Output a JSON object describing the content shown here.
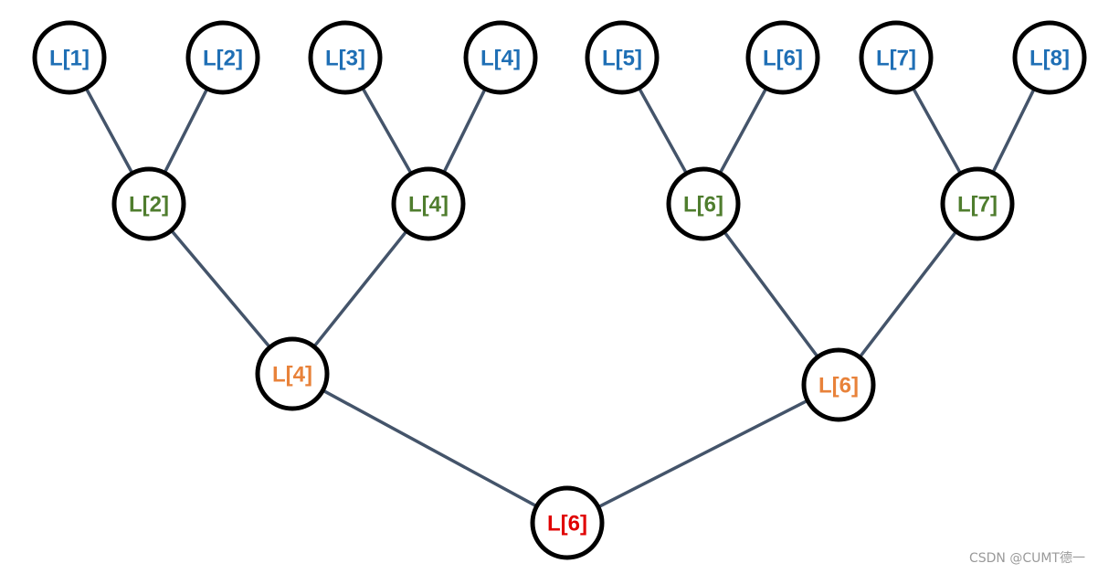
{
  "diagram": {
    "nodes": [
      {
        "id": "leaf1",
        "label": "L[1]",
        "level": "leaf"
      },
      {
        "id": "leaf2",
        "label": "L[2]",
        "level": "leaf"
      },
      {
        "id": "leaf3",
        "label": "L[3]",
        "level": "leaf"
      },
      {
        "id": "leaf4",
        "label": "L[4]",
        "level": "leaf"
      },
      {
        "id": "leaf5",
        "label": "L[5]",
        "level": "leaf"
      },
      {
        "id": "leaf6",
        "label": "L[6]",
        "level": "leaf"
      },
      {
        "id": "leaf7",
        "label": "L[7]",
        "level": "leaf"
      },
      {
        "id": "leaf8",
        "label": "L[8]",
        "level": "leaf"
      },
      {
        "id": "mid1",
        "label": "L[2]",
        "level": "round1"
      },
      {
        "id": "mid2",
        "label": "L[4]",
        "level": "round1"
      },
      {
        "id": "mid3",
        "label": "L[6]",
        "level": "round1"
      },
      {
        "id": "mid4",
        "label": "L[7]",
        "level": "round1"
      },
      {
        "id": "semi1",
        "label": "L[4]",
        "level": "round2"
      },
      {
        "id": "semi2",
        "label": "L[6]",
        "level": "round2"
      },
      {
        "id": "root",
        "label": "L[6]",
        "level": "root"
      }
    ],
    "edges": [
      [
        "leaf1",
        "mid1"
      ],
      [
        "leaf2",
        "mid1"
      ],
      [
        "leaf3",
        "mid2"
      ],
      [
        "leaf4",
        "mid2"
      ],
      [
        "leaf5",
        "mid3"
      ],
      [
        "leaf6",
        "mid3"
      ],
      [
        "leaf7",
        "mid4"
      ],
      [
        "leaf8",
        "mid4"
      ],
      [
        "mid1",
        "semi1"
      ],
      [
        "mid2",
        "semi1"
      ],
      [
        "mid3",
        "semi2"
      ],
      [
        "mid4",
        "semi2"
      ],
      [
        "semi1",
        "root"
      ],
      [
        "semi2",
        "root"
      ]
    ],
    "level_colors": {
      "leaf": "#1f6fb5",
      "round1": "#4f7d2e",
      "round2": "#e8823a",
      "root": "#e00000"
    },
    "edge_color": "#44546a"
  },
  "watermark": "CSDN @CUMT德一"
}
